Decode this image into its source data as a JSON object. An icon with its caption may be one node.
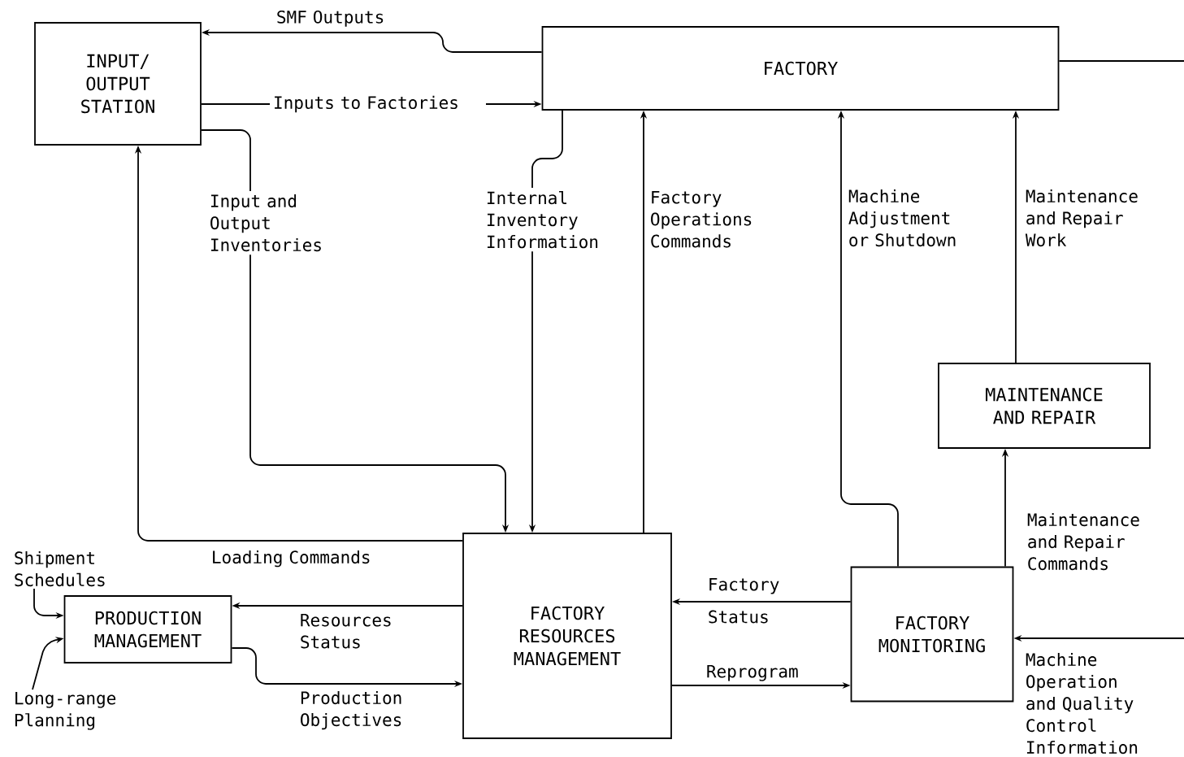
{
  "diagram": {
    "nodes": [
      {
        "text": [
          "INPUT/ OUTPUT STATION"
        ]
      },
      {
        "text": [
          "FACTORY"
        ]
      },
      {
        "text": [
          "MAINTENANCE AND REPAIR"
        ]
      },
      {
        "text": [
          "PRODUCTION MANAGEMENT"
        ]
      },
      {
        "text": [
          "FACTORY RESOURCES MANAGEMENT"
        ]
      },
      {
        "text": [
          "FACTORY MONITORING"
        ]
      },
      {
        "text": [
          "Shipment Schedules"
        ]
      },
      {
        "text": [
          "Long-range Planning"
        ]
      }
    ],
    "edges": [
      {
        "from": 1,
        "to": 0,
        "arrow": "to",
        "label": "SMF Outputs"
      },
      {
        "from": 0,
        "to": 1,
        "arrow": "to",
        "label": "Inputs to Factories"
      },
      {
        "from": 0,
        "to": 4,
        "arrow": "to",
        "label": "Input and Output Inventories"
      },
      {
        "from": 1,
        "to": 4,
        "arrow": "to",
        "label": "Internal Inventory Information"
      },
      {
        "from": 4,
        "to": 1,
        "arrow": "to",
        "label": "Factory Operations Commands"
      },
      {
        "from": 5,
        "to": 1,
        "arrow": "to",
        "label": "Machine Adjustment or Shutdown"
      },
      {
        "from": 2,
        "to": 1,
        "arrow": "to",
        "label": "Maintenance and Repair Work"
      },
      {
        "from": 5,
        "to": 2,
        "arrow": "to",
        "label": "Maintenance and Repair Commands"
      },
      {
        "from": 4,
        "to": 0,
        "arrow": "to",
        "label": "Loading Commands"
      },
      {
        "from": 4,
        "to": 3,
        "arrow": "to",
        "label": "Resources Status"
      },
      {
        "from": 3,
        "to": 4,
        "arrow": "to",
        "label": "Production Objectives"
      },
      {
        "from": 5,
        "to": 4,
        "arrow": "to",
        "label": "Factory Status"
      },
      {
        "from": 4,
        "to": 5,
        "arrow": "to",
        "label": "Reprogram"
      },
      {
        "from": null,
        "to": 5,
        "arrow": "to",
        "label": "Machine Operation and Quality Control Information"
      },
      {
        "from": 1,
        "to": null,
        "arrow": "none"
      },
      {
        "from": 6,
        "to": 3,
        "arrow": "to"
      },
      {
        "from": 7,
        "to": 3,
        "arrow": "to"
      }
    ]
  }
}
